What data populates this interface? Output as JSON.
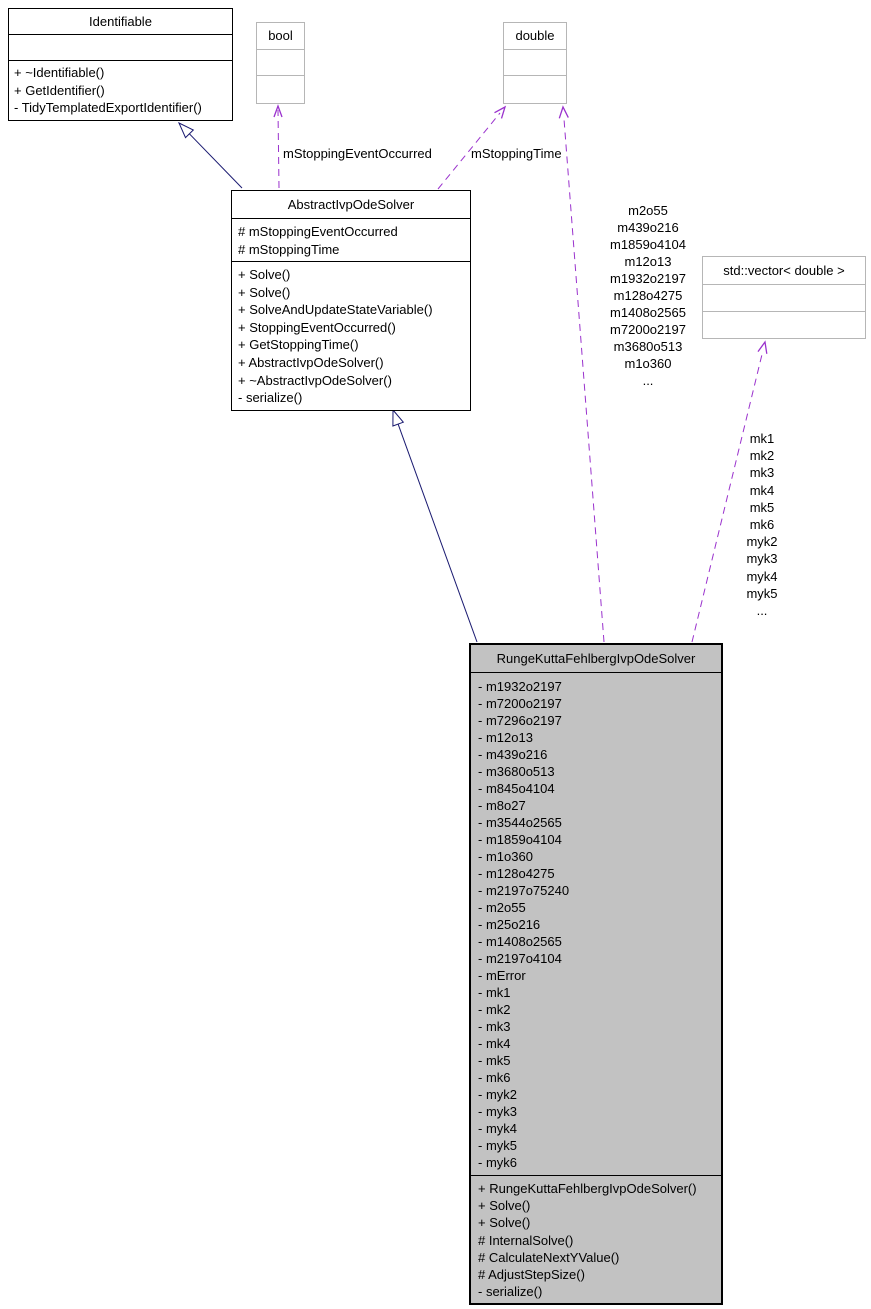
{
  "classes": {
    "identifiable": {
      "title": "Identifiable",
      "methods": [
        "+ ~Identifiable()",
        "+ GetIdentifier()",
        "- TidyTemplatedExportIdentifier()"
      ]
    },
    "bool_type": {
      "title": "bool"
    },
    "double_type": {
      "title": "double"
    },
    "abstract_solver": {
      "title": "AbstractIvpOdeSolver",
      "attributes": [
        "# mStoppingEventOccurred",
        "# mStoppingTime"
      ],
      "methods": [
        "+ Solve()",
        "+ Solve()",
        "+ SolveAndUpdateStateVariable()",
        "+ StoppingEventOccurred()",
        "+ GetStoppingTime()",
        "+ AbstractIvpOdeSolver()",
        "+ ~AbstractIvpOdeSolver()",
        "- serialize()"
      ]
    },
    "std_vector": {
      "title": "std::vector< double >"
    },
    "rkf_solver": {
      "title": "RungeKuttaFehlbergIvpOdeSolver",
      "attributes": [
        "- m1932o2197",
        "- m7200o2197",
        "- m7296o2197",
        "- m12o13",
        "- m439o216",
        "- m3680o513",
        "- m845o4104",
        "- m8o27",
        "- m3544o2565",
        "- m1859o4104",
        "- m1o360",
        "- m128o4275",
        "- m2197o75240",
        "- m2o55",
        "- m25o216",
        "- m1408o2565",
        "- m2197o4104",
        "- mError",
        "- mk1",
        "- mk2",
        "- mk3",
        "- mk4",
        "- mk5",
        "- mk6",
        "- myk2",
        "- myk3",
        "- myk4",
        "- myk5",
        "- myk6"
      ],
      "methods": [
        "+ RungeKuttaFehlbergIvpOdeSolver()",
        "+ Solve()",
        "+ Solve()",
        "# InternalSolve()",
        "# CalculateNextYValue()",
        "# AdjustStepSize()",
        "- serialize()"
      ]
    }
  },
  "edges": {
    "stopping_event_label": "mStoppingEventOccurred",
    "stopping_time_label": "mStoppingTime",
    "double_member_labels": [
      "m2o55",
      "m439o216",
      "m1859o4104",
      "m12o13",
      "m1932o2197",
      "m128o4275",
      "m1408o2565",
      "m7200o2197",
      "m3680o513",
      "m1o360",
      "..."
    ],
    "vector_member_labels": [
      "mk1",
      "mk2",
      "mk3",
      "mk4",
      "mk5",
      "mk6",
      "myk2",
      "myk3",
      "myk4",
      "myk5",
      "..."
    ]
  },
  "colors": {
    "inheritance_edge": "#191970",
    "usage_edge": "#9a32cd",
    "focus_node_fill": "#c2c2c2",
    "node_fill": "#ffffff",
    "node_border": "#000000",
    "type_node_border": "#b6b6b6"
  }
}
